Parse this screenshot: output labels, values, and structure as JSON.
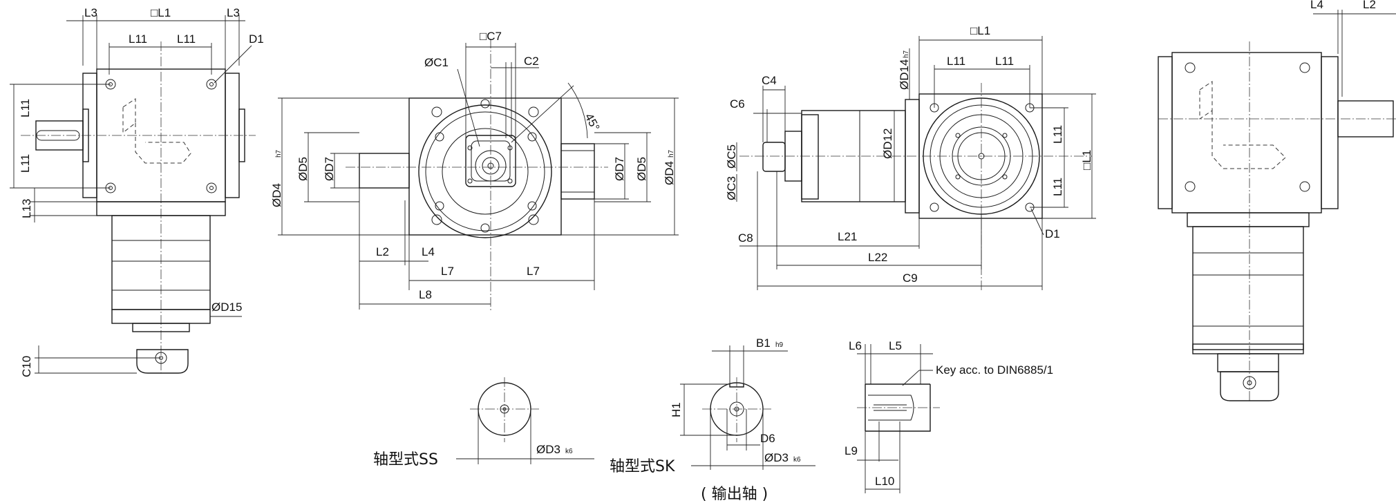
{
  "left_view": {
    "l3_left": "L3",
    "l1": "□L1",
    "l3_right": "L3",
    "l11_a": "L11",
    "l11_b": "L11",
    "d1": "D1",
    "l11_v1": "L11",
    "l11_v2": "L11",
    "l13": "L13",
    "d15": "ØD15",
    "c10": "C10"
  },
  "front_view": {
    "c7": "□C7",
    "c1": "ØC1",
    "c2": "C2",
    "angle": "45°",
    "d4_left": "ØD4",
    "d4_left_sub": "h7",
    "d5_left": "ØD5",
    "d7_left": "ØD7",
    "d7_right": "ØD7",
    "d5_right": "ØD5",
    "d4_right": "ØD4",
    "d4_right_sub": "h7",
    "l2": "L2",
    "l4": "L4",
    "l7_a": "L7",
    "l7_b": "L7",
    "l8": "L8"
  },
  "side_view": {
    "l1": "□L1",
    "c4": "C4",
    "c6": "C6",
    "d14": "ØD14",
    "d14_sub": "h7",
    "l11_a": "L11",
    "l11_b": "L11",
    "c5": "ØC5",
    "c3": "ØC3",
    "d12": "ØD12",
    "l11_v1": "L11",
    "l11_v2": "L11",
    "l1_v": "□L1",
    "d1": "D1",
    "c8": "C8",
    "l21": "L21",
    "l22": "L22",
    "c9": "C9"
  },
  "right_view": {
    "l4": "L4",
    "l2": "L2"
  },
  "shaft_ss": {
    "label": "轴型式SS",
    "d3": "ØD3",
    "d3_sub": "k6"
  },
  "shaft_sk": {
    "label": "轴型式SK",
    "b1": "B1",
    "b1_sub": "h9",
    "h1": "H1",
    "d6": "D6",
    "d3": "ØD3",
    "d3_sub": "k6",
    "caption": "( 输出轴 )"
  },
  "key_detail": {
    "l6": "L6",
    "l5": "L5",
    "key_note": "Key acc. to DIN6885/1",
    "l9": "L9",
    "l10": "L10"
  }
}
